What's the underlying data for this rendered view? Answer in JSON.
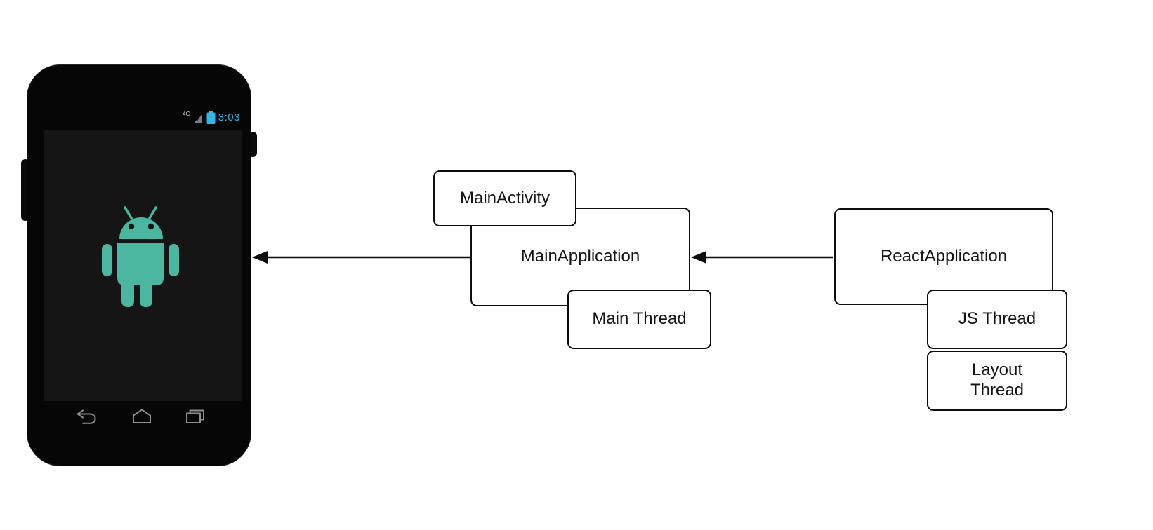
{
  "diagram": {
    "nodes": {
      "main_activity": {
        "label": "MainActivity"
      },
      "main_application": {
        "label": "MainApplication"
      },
      "main_thread": {
        "label": "Main Thread"
      },
      "react_application": {
        "label": "ReactApplication"
      },
      "js_thread": {
        "label": "JS Thread"
      },
      "layout_thread": {
        "label": "Layout\nThread"
      }
    },
    "edges": [
      {
        "from": "MainApplication",
        "to": "android-device",
        "arrowhead": "at-device"
      },
      {
        "from": "ReactApplication",
        "to": "MainApplication",
        "arrowhead": "at-MainApplication"
      }
    ],
    "colors": {
      "canvas_bg": "#ffffff",
      "node_bg": "#ffffff",
      "node_border": "#0d0d0d",
      "node_text": "#141414"
    }
  },
  "phone": {
    "status_bar": {
      "network_label": "4G",
      "time": "3:03",
      "accent_color": "#33b5e5"
    },
    "nav_icons": [
      "back-icon",
      "home-icon",
      "recents-icon"
    ],
    "icons": [
      "signal-icon",
      "battery-icon",
      "android-robot-icon"
    ],
    "colors": {
      "body": "#060606",
      "screen": "#151515",
      "robot": "#4bb7a0",
      "nav_icon_stroke": "#8e8e8e"
    }
  }
}
